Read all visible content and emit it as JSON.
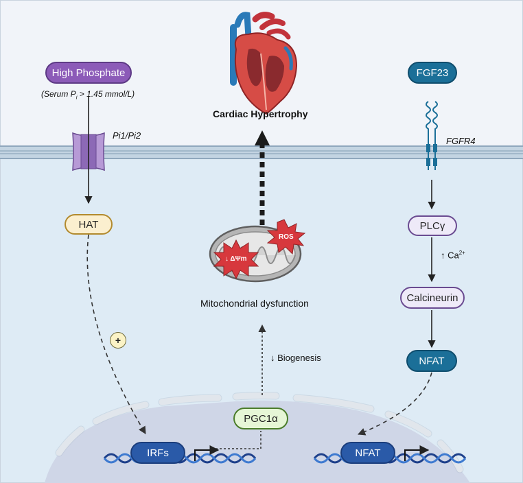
{
  "labels": {
    "high_phosphate": "High Phosphate",
    "serum_prefix": "(Serum P",
    "serum_sub": "i",
    "serum_suffix": " > 1.45 mmol/L)",
    "transporter": "Pi1/Pi2",
    "hat": "HAT",
    "plus": "+",
    "irfs": "IRFs",
    "cardiac_hypertrophy": "Cardiac Hypertrophy",
    "ros": "ROS",
    "delta_psi": "↓ ΔΨm",
    "mito_dysfunction": "Mitochondrial dysfunction",
    "biogenesis": "↓ Biogenesis",
    "pgc1a": "PGC1α",
    "fgf23": "FGF23",
    "receptor": "FGFR4",
    "plcg": "PLCγ",
    "ca_prefix": "↑ Ca",
    "ca_sup": "2+",
    "calcineurin": "Calcineurin",
    "nfat_cyto": "NFAT",
    "nfat_nuc": "NFAT"
  },
  "colors": {
    "extracellular": "#f1f4f9",
    "cytoplasm": "#deebf5",
    "membrane": "#c3d4e2",
    "nucleus": "#cfd6e7",
    "purple": "#8c5bb8",
    "teal": "#1b6f98",
    "dark_blue": "#2a5aa8",
    "hat_fill": "#fbefcf",
    "hat_border": "#b28a2e",
    "pgc_fill": "#e6f6d6",
    "pgc_border": "#4b7d2b",
    "lavender": "#eeeaf8",
    "ros_red": "#d7383d"
  }
}
